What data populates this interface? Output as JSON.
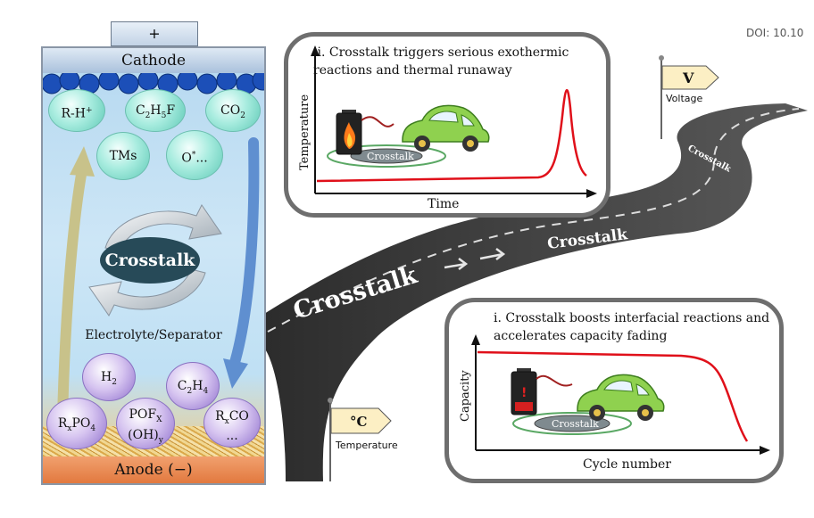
{
  "doi": "DOI: 10.10",
  "battery": {
    "positive_terminal": "+",
    "cathode_label": "Cathode",
    "anode_label": "Anode (−)",
    "electrolyte_label": "Electrolyte/Separator",
    "crosstalk_label": "Crosstalk",
    "cathode_species": [
      {
        "main": "R-H",
        "sup": "+",
        "sub": ""
      },
      {
        "main": "C",
        "sub": "2",
        "rest": "H",
        "sub2": "5",
        "rest2": "F"
      },
      {
        "main": "CO",
        "sub": "2"
      }
    ],
    "species_tms": "TMs",
    "species_o": "O",
    "species_o_sup": "*",
    "species_o_rest": "...",
    "species_h2": "H",
    "species_h2_sub": "2",
    "species_c2h4": {
      "a": "C",
      "b": "2",
      "c": "H",
      "d": "4"
    },
    "species_rxpo4": {
      "a": "R",
      "b": "x",
      "c": "PO",
      "d": "4"
    },
    "species_pofx": {
      "a": "POF",
      "b": "X",
      "c": "(OH)",
      "d": "y"
    },
    "species_rxco": {
      "a": "R",
      "b": "x",
      "c": "CO",
      "d": "..."
    }
  },
  "road": {
    "label_large": "Crosstalk",
    "label_medium": "Crosstalk",
    "label_small": "Crosstalk"
  },
  "flags": {
    "voltage_symbol": "V",
    "voltage_label": "Voltage",
    "temperature_symbol": "°C",
    "temperature_label": "Temperature"
  },
  "panel_thermal": {
    "title_line1": "ii. Crosstalk triggers serious exothermic",
    "title_line2": "reactions and thermal runaway",
    "xlabel": "Time",
    "ylabel": "Temperature",
    "crosstalk_label": "Crosstalk"
  },
  "panel_capacity": {
    "title_line1": "i. Crosstalk boosts interfacial reactions and",
    "title_line2": "accelerates capacity fading",
    "xlabel": "Cycle number",
    "ylabel": "Capacity",
    "crosstalk_label": "Crosstalk",
    "battery_mark": "!"
  },
  "colors": {
    "curve": "#e0101a",
    "road": "#3e3e3e",
    "panel_border": "#6e6e6e",
    "oval": "#274a58"
  }
}
